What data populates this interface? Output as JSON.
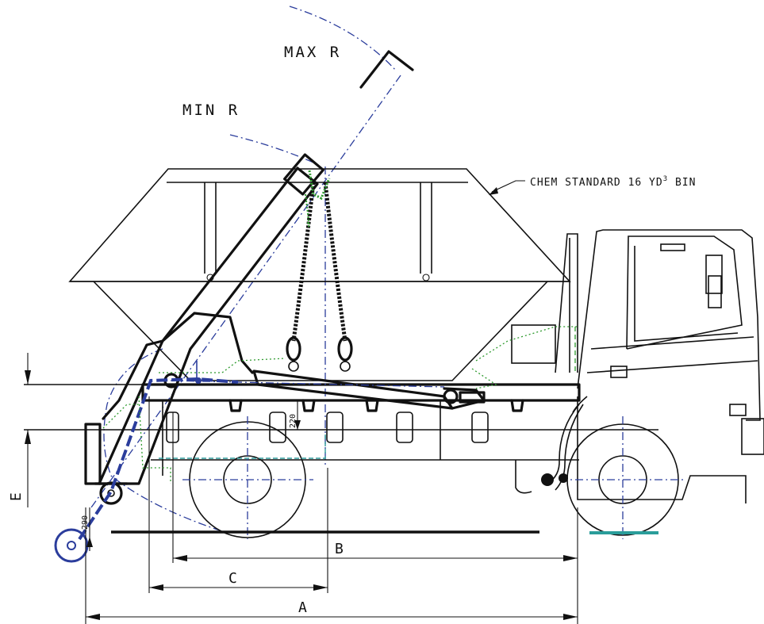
{
  "labels": {
    "max_r": "MAX R",
    "min_r": "MIN R",
    "bin_callout": "CHEM STANDARD 16 YD",
    "bin_superscript": "3",
    "bin_suffix": " BIN",
    "dim_a": "A",
    "dim_b": "B",
    "dim_c": "C",
    "dim_e": "E",
    "dim_220": "220",
    "dim_290": "290"
  },
  "colors": {
    "outline": "#111111",
    "arm_path": "#2b3d9c",
    "lowered_position": "#2e9a2e",
    "ground_marker": "#2a9d9a"
  }
}
